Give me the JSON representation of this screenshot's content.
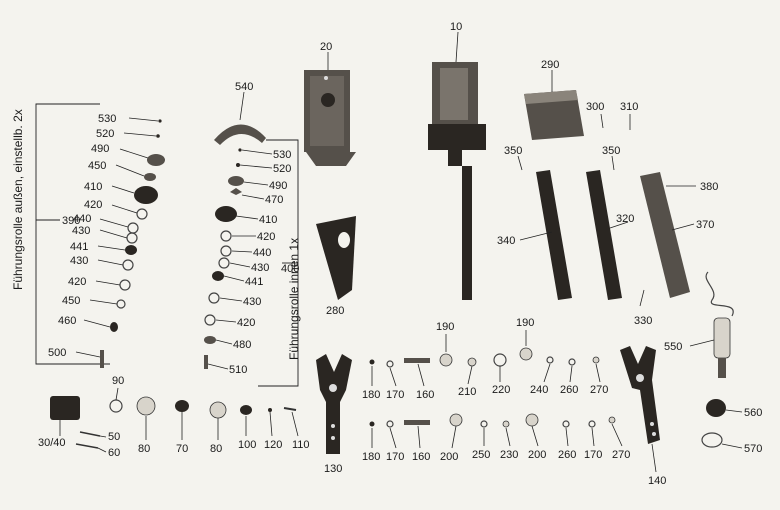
{
  "captions": {
    "outer_roller": "Führungsrolle außen, einstellb. 2x",
    "inner_roller": "Führungsrolle innen 1x"
  },
  "labels": {
    "p10": "10",
    "p20": "20",
    "p290": "290",
    "p300": "300",
    "p310": "310",
    "p540": "540",
    "p350a": "350",
    "p350b": "350",
    "p380": "380",
    "p370": "370",
    "p340": "340",
    "p320": "320",
    "p330": "330",
    "p280": "280",
    "L530": "530",
    "L520": "520",
    "L490": "490",
    "L450": "450",
    "L410": "410",
    "L420": "420",
    "L440": "440",
    "L430": "430",
    "L441": "441",
    "L430b": "430",
    "L420b": "420",
    "L450b": "450",
    "L460": "460",
    "L500": "500",
    "L390": "390",
    "R530": "530",
    "R520": "520",
    "R490": "490",
    "R470": "470",
    "R410": "410",
    "R420": "420",
    "R440": "440",
    "R430": "430",
    "R441": "441",
    "R430b": "430",
    "R420b": "420",
    "R480": "480",
    "R510": "510",
    "R400": "400",
    "b190a": "190",
    "b190b": "190",
    "b180a": "180",
    "b170a": "170",
    "b160a": "160",
    "b210": "210",
    "b220": "220",
    "b240": "240",
    "b260a": "260",
    "b270a": "270",
    "b550": "550",
    "b90": "90",
    "b3040": "30/40",
    "b50": "50",
    "b60": "60",
    "b80a": "80",
    "b70": "70",
    "b80b": "80",
    "b100": "100",
    "b120": "120",
    "b110": "110",
    "b130": "130",
    "b180b": "180",
    "b170b": "170",
    "b160b": "160",
    "b200a": "200",
    "b250": "250",
    "b230": "230",
    "b200b": "200",
    "b260b": "260",
    "b170c": "170",
    "b270b": "270",
    "b140": "140",
    "b560": "560",
    "b570": "570"
  }
}
